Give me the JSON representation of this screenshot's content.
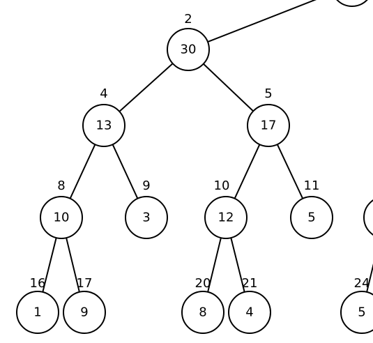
{
  "colors": {
    "background": "#ffffff",
    "stroke": "#000000",
    "text": "#000000"
  },
  "tree": {
    "nodes": [
      {
        "id": "n1",
        "value": "",
        "index": ""
      },
      {
        "id": "n2",
        "value": "30",
        "index": "2"
      },
      {
        "id": "n4",
        "value": "13",
        "index": "4"
      },
      {
        "id": "n5",
        "value": "17",
        "index": "5"
      },
      {
        "id": "n8",
        "value": "10",
        "index": "8"
      },
      {
        "id": "n9",
        "value": "3",
        "index": "9"
      },
      {
        "id": "n10",
        "value": "12",
        "index": "10"
      },
      {
        "id": "n11",
        "value": "5",
        "index": "11"
      },
      {
        "id": "n12",
        "value": "",
        "index": ""
      },
      {
        "id": "n16",
        "value": "1",
        "index": "16"
      },
      {
        "id": "n17",
        "value": "9",
        "index": "17"
      },
      {
        "id": "n20",
        "value": "8",
        "index": "20"
      },
      {
        "id": "n21",
        "value": "4",
        "index": "21"
      },
      {
        "id": "n24",
        "value": "5",
        "index": "24"
      }
    ],
    "edges": [
      {
        "from": "n1",
        "to": "n2"
      },
      {
        "from": "n2",
        "to": "n4"
      },
      {
        "from": "n2",
        "to": "n5"
      },
      {
        "from": "n4",
        "to": "n8"
      },
      {
        "from": "n4",
        "to": "n9"
      },
      {
        "from": "n5",
        "to": "n10"
      },
      {
        "from": "n5",
        "to": "n11"
      },
      {
        "from": "n8",
        "to": "n16"
      },
      {
        "from": "n8",
        "to": "n17"
      },
      {
        "from": "n10",
        "to": "n20"
      },
      {
        "from": "n10",
        "to": "n21"
      },
      {
        "from": "n12",
        "to": "n24"
      }
    ]
  }
}
